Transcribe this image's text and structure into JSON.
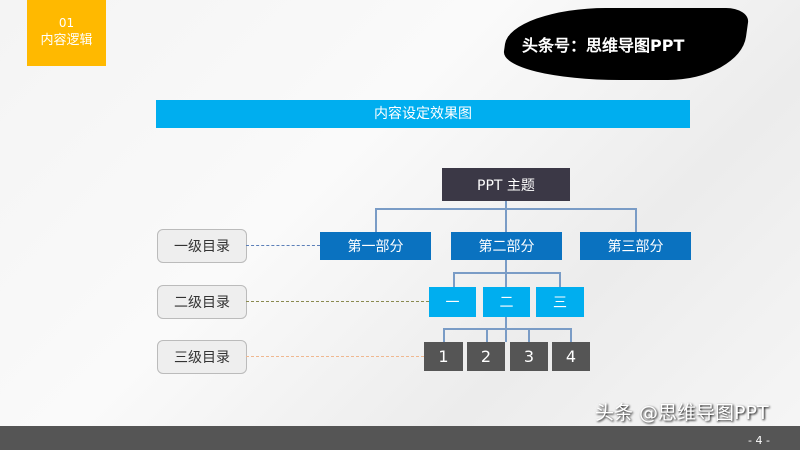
{
  "section": {
    "number": "01",
    "title": "内容逻辑"
  },
  "brand": "头条号：思维导图PPT",
  "banner": "内容设定效果图",
  "diagram": {
    "root": "PPT 主题",
    "level1": [
      "第一部分",
      "第二部分",
      "第三部分"
    ],
    "level2": [
      "一",
      "二",
      "三"
    ],
    "level3": [
      "1",
      "2",
      "3",
      "4"
    ],
    "labels": [
      "一级目录",
      "二级目录",
      "三级目录"
    ],
    "colors": {
      "root": "#3b3846",
      "level1": "#0a72c0",
      "level2": "#00aeef",
      "level3": "#555555",
      "accent": "#ffb900"
    }
  },
  "watermark": "头条 @思维导图PPT",
  "page_number": "- 4 -"
}
